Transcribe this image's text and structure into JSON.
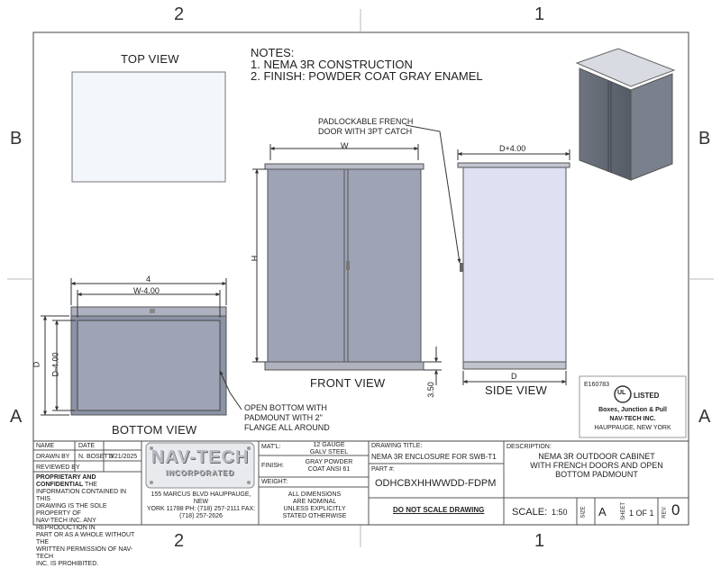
{
  "zones": {
    "top_left": "2",
    "top_right": "1",
    "bottom_left": "2",
    "bottom_right": "1",
    "side_left_top": "B",
    "side_left_bottom": "A",
    "side_right_top": "B",
    "side_right_bottom": "A"
  },
  "notes": {
    "title": "NOTES:",
    "line1": "1. NEMA 3R CONSTRUCTION",
    "line2": "2. FINISH: POWDER COAT GRAY ENAMEL"
  },
  "views": {
    "top": "TOP VIEW",
    "front": "FRONT VIEW",
    "side": "SIDE VIEW",
    "bottom": "BOTTOM VIEW"
  },
  "callouts": {
    "padlock_line1": "PADLOCKABLE FRENCH",
    "padlock_line2": "DOOR WITH 3PT CATCH",
    "open_line1": "OPEN BOTTOM WITH",
    "open_line2": "PADMOUNT WITH 2\"",
    "open_line3": "FLANGE ALL AROUND"
  },
  "dims": {
    "w": "W",
    "h": "H",
    "d_plus": "D+4.00",
    "d": "D",
    "four": "4",
    "w_minus": "W-4.00",
    "d_left": "D",
    "d_minus": "D-4.00",
    "height_350": "3.50"
  },
  "ul": {
    "file_no": "E160783",
    "mark": "UL",
    "listed": "LISTED",
    "product": "Boxes, Junction & Pull",
    "company": "NAV-TECH INC.",
    "city": "HAUPPAUGE, NEW YORK"
  },
  "title_block": {
    "name_hdr": "NAME",
    "date_hdr": "DATE",
    "drawn_by_lbl": "DRAWN BY",
    "drawn_by": "N. BOSETTI",
    "drawn_date": "3/21/2025",
    "reviewed_by_lbl": "REVIEWED BY",
    "proprietary_bold": "PROPRIETARY AND CONFIDENTIAL",
    "proprietary_l1": "THE",
    "proprietary_l2": "INFORMATION CONTAINED IN THIS",
    "proprietary_l3": "DRAWING IS THE SOLE PROPERTY OF",
    "proprietary_l4": "NAV-TECH INC. ANY REPRODUCTION IN",
    "proprietary_l5": "PART OR AS A WHOLE WITHOUT THE",
    "proprietary_l6": "WRITTEN PERMISSION OF NAV-TECH",
    "proprietary_l7": "INC. IS PROHIBITED.",
    "logo_main": "NAV-TECH",
    "logo_sub": "INCORPORATED",
    "address_l1": "155 MARCUS BLVD HAUPPAUGE, NEW",
    "address_l2": "YORK 11788 PH: (718) 257-2111   FAX:",
    "address_l3": "(718) 257-2626",
    "matl_lbl": "MAT'L:",
    "matl_l1": "12 GAUGE",
    "matl_l2": "GALV STEEL",
    "finish_lbl": "FINISH:",
    "finish_l1": "GRAY POWDER",
    "finish_l2": "COAT ANSI 61",
    "weight_lbl": "WEIGHT:",
    "nominal_l1": "ALL DIMENSIONS",
    "nominal_l2": "ARE NOMINAL",
    "nominal_l3": "UNLESS EXPLICITLY",
    "nominal_l4": "STATED OTHERWISE",
    "dwg_title_lbl": "DRAWING TITLE:",
    "dwg_title": "NEMA 3R ENCLOSURE FOR SWB-T1",
    "part_lbl": "PART #:",
    "part": "ODHCBXHHWWDD-FDPM",
    "do_not_scale": "DO NOT SCALE DRAWING",
    "desc_lbl": "DESCRIPTION:",
    "desc_l1": "NEMA 3R OUTDOOR CABINET",
    "desc_l2": "WITH FRENCH DOORS AND OPEN",
    "desc_l3": "BOTTOM PADMOUNT",
    "scale_lbl": "SCALE:",
    "scale": "1:50",
    "size_lbl": "SIZE",
    "size": "A",
    "sheet_lbl": "SHEET",
    "sheet": "1 OF 1",
    "rev_lbl": "REV.",
    "rev": "0"
  }
}
